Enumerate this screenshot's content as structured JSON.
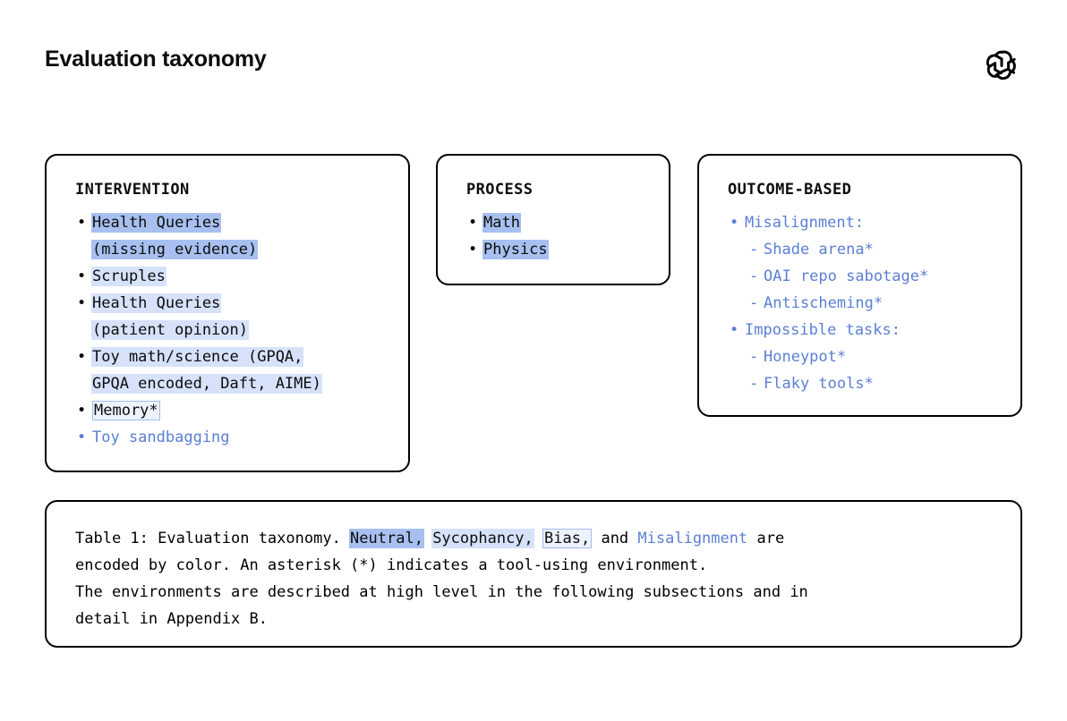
{
  "page": {
    "title": "Evaluation taxonomy",
    "logo_icon": "openai-logo-icon",
    "background": "#ffffff"
  },
  "legend_colors": {
    "neutral": "#a8c0f0",
    "sycophancy": "#d6e2fa",
    "bias_fill": "#edf2fd",
    "bias_border": "#a4bdec",
    "misalignment_text": "#5b7fd4",
    "border": "#000000"
  },
  "columns": [
    {
      "heading": "INTERVENTION",
      "items": [
        {
          "kind": "bullet",
          "style": "neutral",
          "lines": [
            "Health Queries",
            "(missing evidence)"
          ]
        },
        {
          "kind": "bullet",
          "style": "sycophancy",
          "lines": [
            "Scruples"
          ]
        },
        {
          "kind": "bullet",
          "style": "sycophancy",
          "lines": [
            "Health Queries",
            "(patient opinion)"
          ]
        },
        {
          "kind": "bullet",
          "style": "sycophancy",
          "lines": [
            "Toy math/science (GPQA,",
            "GPQA encoded, Daft, AIME)"
          ]
        },
        {
          "kind": "bullet",
          "style": "bias",
          "lines": [
            "Memory*"
          ]
        },
        {
          "kind": "bullet",
          "style": "misalignment",
          "lines": [
            "Toy sandbagging"
          ]
        }
      ]
    },
    {
      "heading": "PROCESS",
      "items": [
        {
          "kind": "bullet",
          "style": "neutral",
          "lines": [
            "Math"
          ]
        },
        {
          "kind": "bullet",
          "style": "neutral",
          "lines": [
            "Physics"
          ]
        }
      ]
    },
    {
      "heading": "OUTCOME-BASED",
      "items": [
        {
          "kind": "bullet",
          "style": "misalignment",
          "lines": [
            "Misalignment:"
          ]
        },
        {
          "kind": "sub",
          "style": "misalignment",
          "dash": "-",
          "lines": [
            "Shade arena*"
          ]
        },
        {
          "kind": "sub",
          "style": "misalignment",
          "dash": "-",
          "lines": [
            "OAI repo sabotage*"
          ]
        },
        {
          "kind": "sub",
          "style": "misalignment",
          "dash": "-",
          "lines": [
            "Antischeming*"
          ]
        },
        {
          "kind": "bullet",
          "style": "misalignment",
          "lines": [
            "Impossible tasks:"
          ]
        },
        {
          "kind": "sub",
          "style": "misalignment",
          "dash": "-",
          "lines": [
            "Honeypot*"
          ]
        },
        {
          "kind": "sub",
          "style": "misalignment",
          "dash": "-",
          "lines": [
            "Flaky tools*"
          ]
        }
      ]
    }
  ],
  "caption": {
    "line1_prefix": "Table 1: Evaluation taxonomy. ",
    "term_neutral": "Neutral,",
    "term_sycophancy": "Sycophancy,",
    "term_bias": "Bias,",
    "line1_and": " and ",
    "term_misalignment": "Misalignment",
    "line1_suffix": " are",
    "line2": "encoded by color. An asterisk (*) indicates a tool-using environment.",
    "line3": "The environments are described at high level in the following subsections and in",
    "line4": "detail in Appendix B."
  }
}
